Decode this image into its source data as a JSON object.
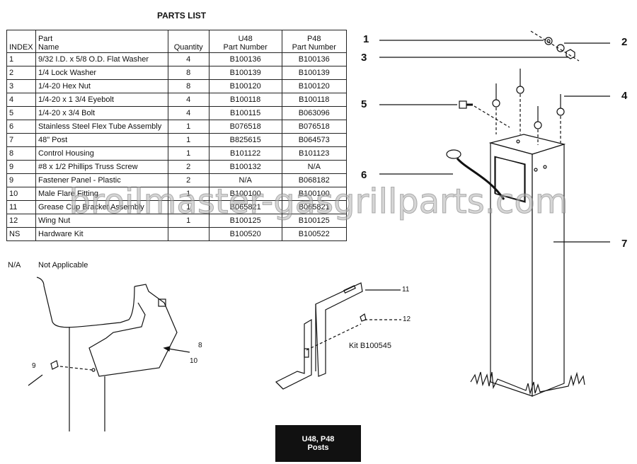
{
  "parts_list": {
    "title": "PARTS LIST",
    "headers": {
      "index": "INDEX",
      "part_top": "Part",
      "part_bottom": "Name",
      "quantity": "Quantity",
      "u_top": "U48",
      "u_bottom": "Part Number",
      "p_top": "P48",
      "p_bottom": "Part Number"
    },
    "rows": [
      {
        "index": "1",
        "name": "9/32 I.D. x 5/8 O.D. Flat Washer",
        "qty": "4",
        "u48": "B100136",
        "p48": "B100136"
      },
      {
        "index": "2",
        "name": "1/4 Lock Washer",
        "qty": "8",
        "u48": "B100139",
        "p48": "B100139"
      },
      {
        "index": "3",
        "name": "1/4-20 Hex Nut",
        "qty": "8",
        "u48": "B100120",
        "p48": "B100120"
      },
      {
        "index": "4",
        "name": "1/4-20 x 1 3/4 Eyebolt",
        "qty": "4",
        "u48": "B100118",
        "p48": "B100118"
      },
      {
        "index": "5",
        "name": "1/4-20 x 3/4 Bolt",
        "qty": "4",
        "u48": "B100115",
        "p48": "B063096"
      },
      {
        "index": "6",
        "name": "Stainless Steel Flex Tube Assembly",
        "qty": "1",
        "u48": "B076518",
        "p48": "B076518"
      },
      {
        "index": "7",
        "name": "48\" Post",
        "qty": "1",
        "u48": "B825615",
        "p48": "B064573"
      },
      {
        "index": "8",
        "name": "Control Housing",
        "qty": "1",
        "u48": "B101122",
        "p48": "B101123"
      },
      {
        "index": "9",
        "name": "#8 x 1/2 Phillips Truss Screw",
        "qty": "2",
        "u48": "B100132",
        "p48": "N/A"
      },
      {
        "index": "9",
        "name": "Fastener Panel - Plastic",
        "qty": "2",
        "u48": "N/A",
        "p48": "B068182"
      },
      {
        "index": "10",
        "name": "Male Flare Fitting",
        "qty": "1",
        "u48": "B100100",
        "p48": "B100100"
      },
      {
        "index": "11",
        "name": "Grease Cup Bracket Assembly",
        "qty": "1",
        "u48": "B065821",
        "p48": "B065821"
      },
      {
        "index": "12",
        "name": "Wing Nut",
        "qty": "1",
        "u48": "B100125",
        "p48": "B100125"
      },
      {
        "index": "NS",
        "name": "Hardware Kit",
        "qty": "",
        "u48": "B100520",
        "p48": "B100522"
      }
    ]
  },
  "legend": {
    "abbr": "N/A",
    "meaning": "Not Applicable"
  },
  "callouts": {
    "c1": "1",
    "c2": "2",
    "c3": "3",
    "c4": "4",
    "c5": "5",
    "c6": "6",
    "c7": "7",
    "c8": "8",
    "c9": "9",
    "c10": "10",
    "c11": "11",
    "c12": "12"
  },
  "kit_label": "Kit B100545",
  "badge": {
    "line1": "U48, P48",
    "line2": "Posts"
  },
  "watermark": "broilmaster-gasgrillparts.com"
}
